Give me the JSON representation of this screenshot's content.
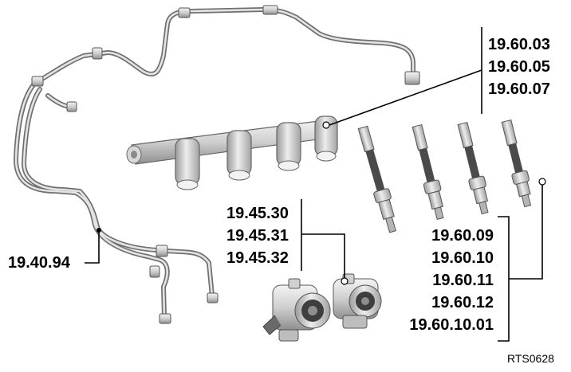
{
  "callouts": {
    "fuel_rail": [
      "19.60.03",
      "19.60.05",
      "19.60.07"
    ],
    "fuel_pipe": [
      "19.40.94"
    ],
    "fuel_pump": [
      "19.45.30",
      "19.45.31",
      "19.45.32"
    ],
    "injector": [
      "19.60.09",
      "19.60.10",
      "19.60.11",
      "19.60.12",
      "19.60.10.01"
    ]
  },
  "reference": "RTS0628"
}
